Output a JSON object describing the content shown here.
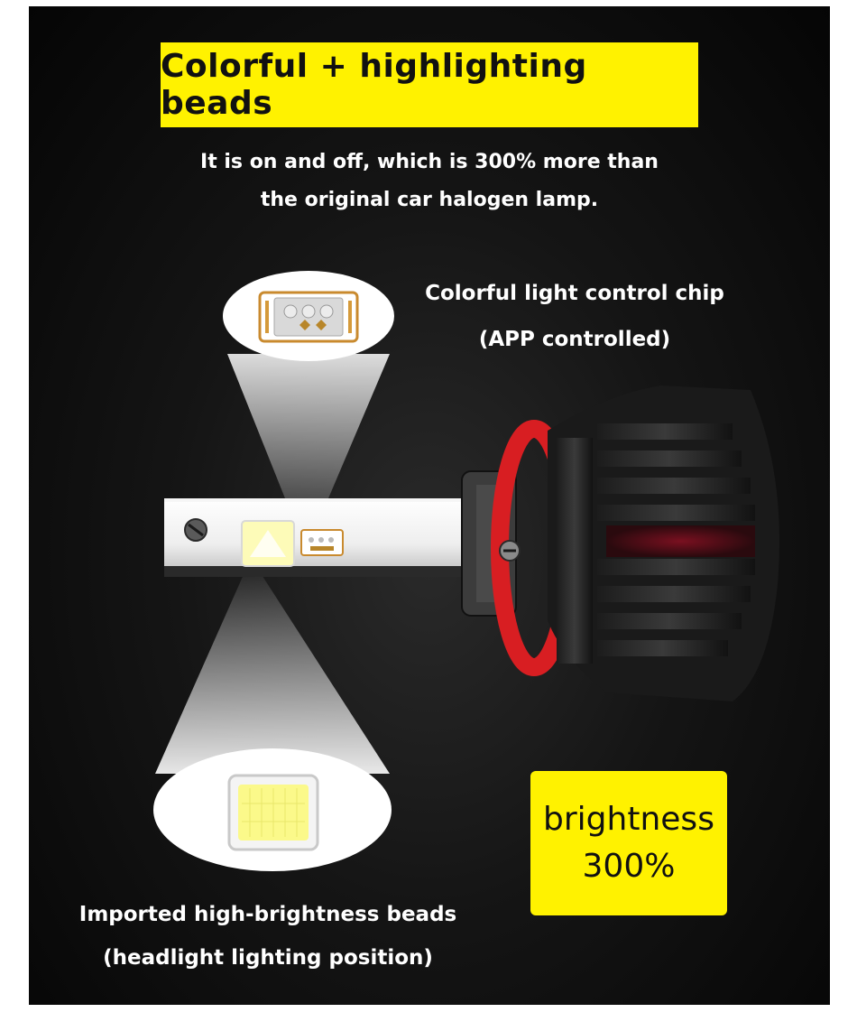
{
  "title": "Colorful + highlighting beads",
  "subtitle": {
    "line1": "It is on and off, which is 300% more than",
    "line2": "the original car halogen lamp."
  },
  "callout_top": {
    "line1": "Colorful light control chip",
    "line2": "(APP controlled)"
  },
  "callout_bottom": {
    "line1": "Imported high-brightness beads",
    "line2": "(headlight lighting position)"
  },
  "badge": {
    "line1": "brightness",
    "line2": "300%"
  },
  "colors": {
    "accent_yellow": "#fff200",
    "ring_red": "#d81e22",
    "background": "#0a0a0a"
  }
}
